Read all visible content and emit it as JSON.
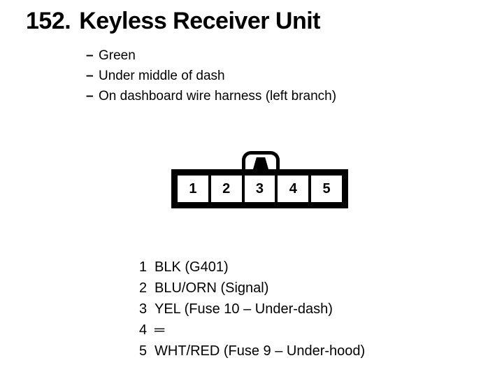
{
  "title": {
    "number": "152.",
    "text": "Keyless Receiver Unit"
  },
  "notes": {
    "dash": "–",
    "items": [
      "Green",
      "Under middle of dash",
      "On dashboard wire harness (left branch)"
    ]
  },
  "connector": {
    "pin_labels": [
      "1",
      "2",
      "3",
      "4",
      "5"
    ],
    "tab_position_pin": "3"
  },
  "legend": {
    "rows": [
      {
        "num": "1",
        "desc": "BLK (G401)"
      },
      {
        "num": "2",
        "desc": "BLU/ORN (Signal)"
      },
      {
        "num": "3",
        "desc": "YEL (Fuse 10 – Under-dash)"
      },
      {
        "num": "4",
        "desc": "═"
      },
      {
        "num": "5",
        "desc": "WHT/RED (Fuse 9 – Under-hood)"
      }
    ]
  },
  "colors": {
    "ink": "#000000",
    "page": "#ffffff"
  }
}
